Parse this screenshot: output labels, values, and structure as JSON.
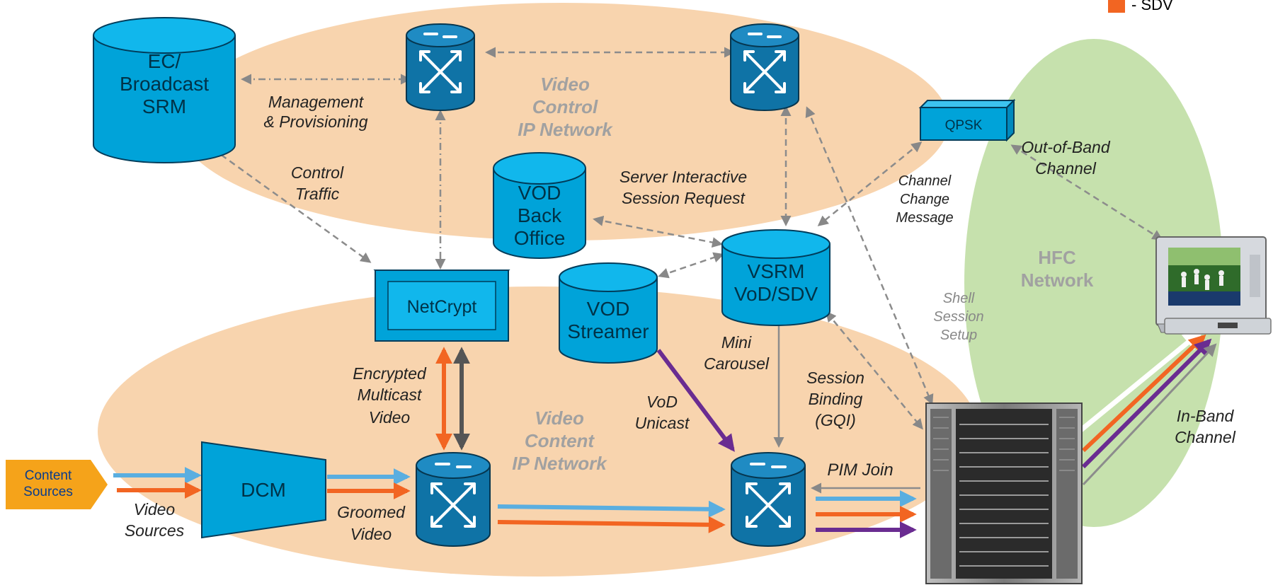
{
  "legend": {
    "sdv_label": "- SDV"
  },
  "networks": {
    "video_control": [
      "Video",
      "Control",
      "IP Network"
    ],
    "video_content": [
      "Video",
      "Content",
      "IP Network"
    ],
    "hfc": [
      "HFC",
      "Network"
    ]
  },
  "nodes": {
    "ec_srm": [
      "EC/",
      "Broadcast",
      "SRM"
    ],
    "vod_back_office": [
      "VOD",
      "Back",
      "Office"
    ],
    "vod_streamer": [
      "VOD",
      "Streamer"
    ],
    "vsrm": [
      "VSRM",
      "VoD/SDV"
    ],
    "netcrypt": "NetCrypt",
    "qpsk": "QPSK",
    "dcm": "DCM",
    "content_sources": [
      "Content",
      "Sources"
    ]
  },
  "links": {
    "management": [
      "Management",
      "& Provisioning"
    ],
    "control_traffic": [
      "Control",
      "Traffic"
    ],
    "server_interactive": [
      "Server Interactive",
      "Session Request"
    ],
    "channel_change": [
      "Channel",
      "Change",
      "Message"
    ],
    "out_of_band": [
      "Out-of-Band",
      "Channel"
    ],
    "shell_session": [
      "Shell",
      "Session",
      "Setup"
    ],
    "mini_carousel": [
      "Mini",
      "Carousel"
    ],
    "session_binding": [
      "Session",
      "Binding",
      "(GQI)"
    ],
    "encrypted_multicast": [
      "Encrypted",
      "Multicast",
      "Video"
    ],
    "vod_unicast": [
      "VoD",
      "Unicast"
    ],
    "video_sources": [
      "Video",
      "Sources"
    ],
    "groomed_video": [
      "Groomed",
      "Video"
    ],
    "pim_join": "PIM Join",
    "in_band": [
      "In-Band",
      "Channel"
    ]
  },
  "colors": {
    "device_blue": "#00a3d9",
    "router_blue": "#0f73a6",
    "control_cloud": "#f8d4ae",
    "content_cloud": "#f8d4ae",
    "hfc_cloud": "#c6e1ad",
    "orange_arrow": "#f26522",
    "light_blue_arrow": "#5aaee0",
    "purple_arrow": "#6a2c91",
    "source_orange": "#f5a31a"
  }
}
